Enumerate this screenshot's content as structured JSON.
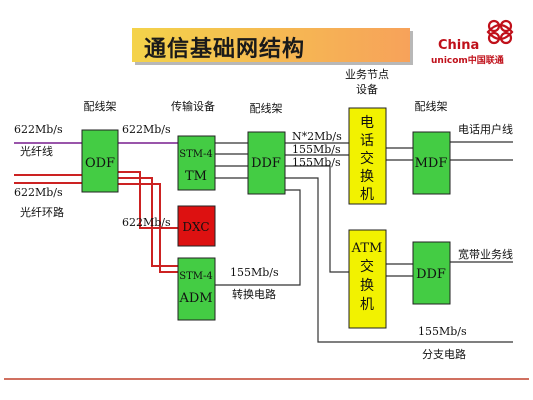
{
  "title": "通信基础网结构",
  "logo": {
    "text_china": "China",
    "text_unicom": "unicom中国联通"
  },
  "headers": {
    "peixianjia_left": "配线架",
    "chuanshu": "传输设备",
    "peixianjia_mid": "配线架",
    "yewu_line1": "业务节点",
    "yewu_line2": "设备",
    "peixianjia_right": "配线架"
  },
  "boxes": {
    "odf": "ODF",
    "stm_tm_top": "STM-4",
    "stm_tm_bottom": "TM",
    "dxc": "DXC",
    "stm_adm_top": "STM-4",
    "stm_adm_bottom": "ADM",
    "ddf_mid": "DDF",
    "phone_switch": [
      "电",
      "话",
      "交",
      "换",
      "机"
    ],
    "atm_switch": [
      "ATM",
      "交",
      "换",
      "机"
    ],
    "mdf": "MDF",
    "ddf_right": "DDF"
  },
  "labels": {
    "rate_left_top": "622Mb/s",
    "fiber": "光纤线",
    "rate_left_bottom": "622Mb/s",
    "fiber_ring": "光纤环路",
    "rate_mid_top": "622Mb/s",
    "rate_mid_dxc": "622Mb/s",
    "rate_n2": "N*2Mb/s",
    "rate_155_a": "155Mb/s",
    "rate_155_b": "155Mb/s",
    "rate_155_adm": "155Mb/s",
    "conversion_circuit": "转换电路",
    "phone_user_line": "电话用户线",
    "broadband_line": "宽带业务线",
    "rate_155_branch": "155Mb/s",
    "branch_circuit": "分支电路"
  },
  "colors": {
    "green_box": "#44cc44",
    "yellow_box": "#f2f200",
    "red_box": "#dd1111",
    "red_line": "#cc2222",
    "purple_line": "#9955aa",
    "dark_line": "#333333"
  }
}
